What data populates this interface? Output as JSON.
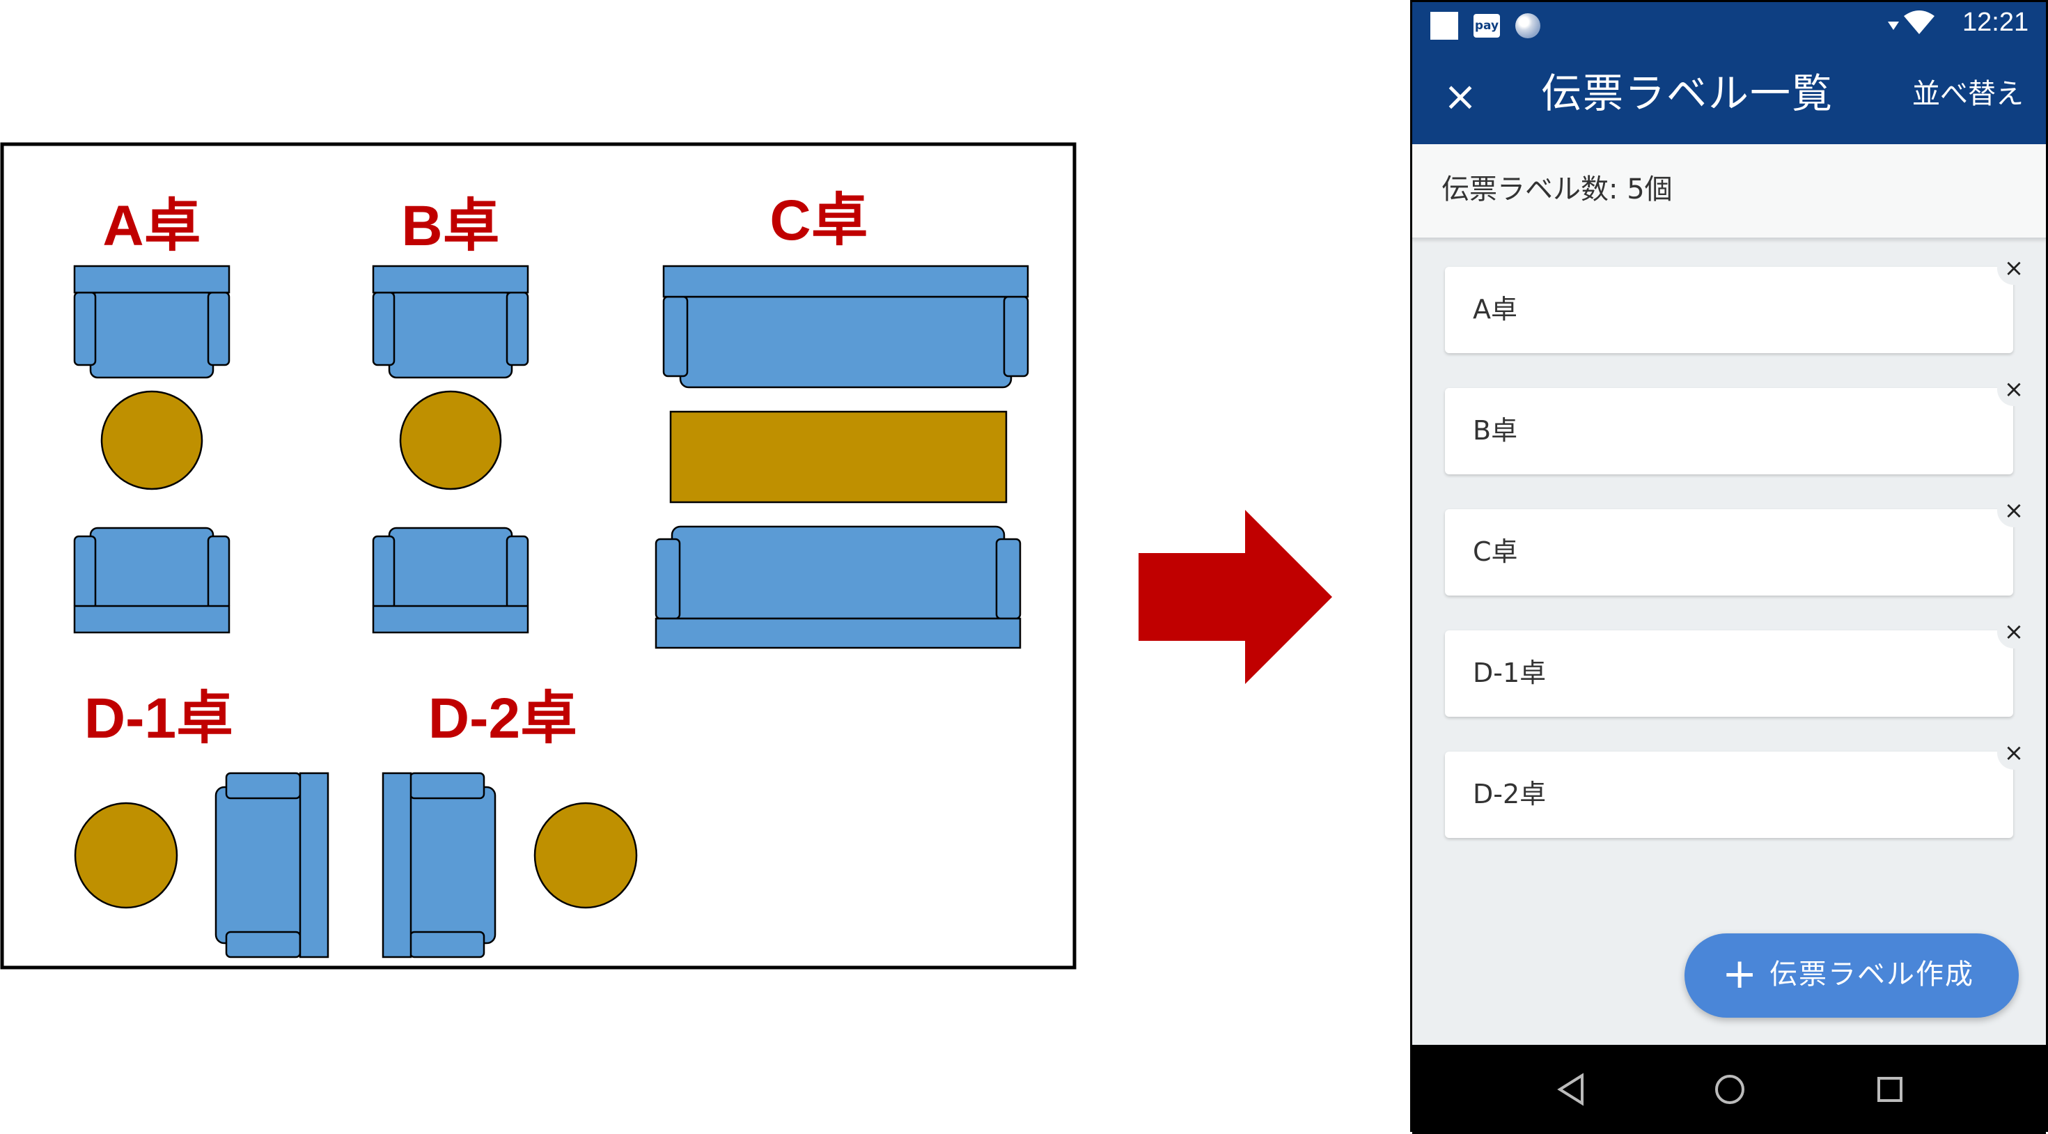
{
  "floor_plan": {
    "tables": [
      "A卓",
      "B卓",
      "C卓",
      "D-1卓",
      "D-2卓"
    ],
    "colors": {
      "label": "#c00000",
      "sofa": "#5b9bd5",
      "table": "#bf9000"
    }
  },
  "arrow": {
    "color": "#c00000"
  },
  "phone": {
    "status_bar": {
      "time": "12:21",
      "pay_icon_text": "pay",
      "icons": [
        "notification-square-icon",
        "pay-icon",
        "globe-icon",
        "signal-icon",
        "wifi-icon"
      ]
    },
    "app_bar": {
      "close_icon": "×",
      "title": "伝票ラベル一覧",
      "sort_label": "並べ替え",
      "color": "#0e3f82"
    },
    "count_text": "伝票ラベル数: 5個",
    "labels": [
      {
        "name": "A卓"
      },
      {
        "name": "B卓"
      },
      {
        "name": "C卓"
      },
      {
        "name": "D-1卓"
      },
      {
        "name": "D-2卓"
      }
    ],
    "delete_icon": "×",
    "fab": {
      "plus": "+",
      "label": "伝票ラベル作成",
      "color": "#4a86d8"
    },
    "nav_bar": {
      "buttons": [
        "back-icon",
        "home-icon",
        "recents-icon"
      ]
    }
  }
}
